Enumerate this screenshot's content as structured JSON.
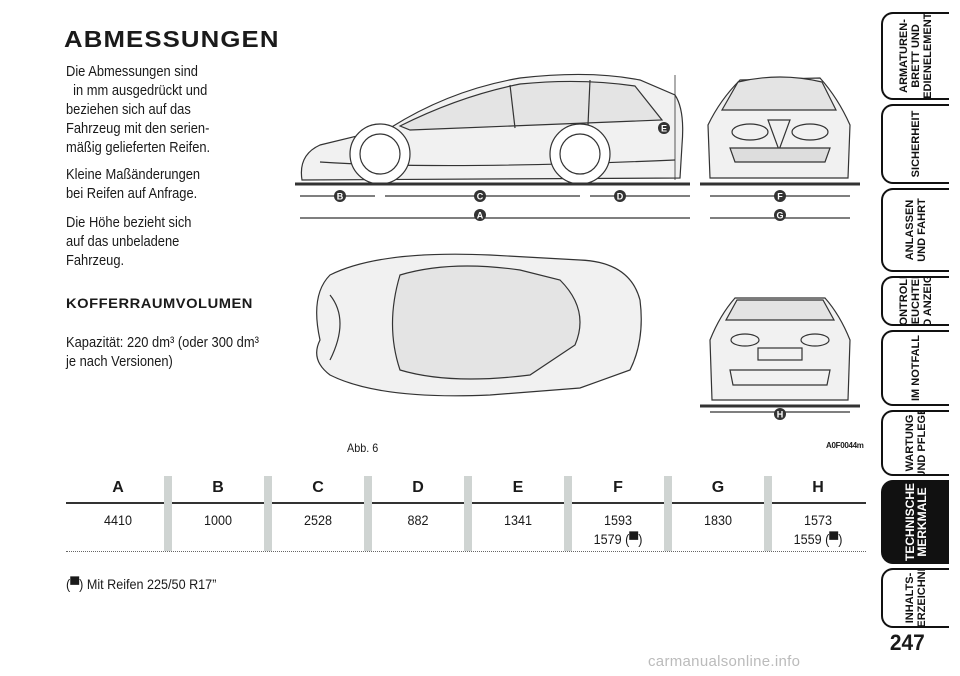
{
  "page": {
    "title": "ABMESSUNGEN",
    "intro_lines": [
      "Die Abmessungen sind",
      "  in mm ausgedrückt und",
      "beziehen sich auf das",
      "Fahrzeug mit den serien-",
      "mäßig gelieferten Reifen."
    ],
    "tyre_lines": [
      "Kleine Maßänderungen",
      "bei Reifen auf Anfrage."
    ],
    "height_lines": [
      "Die Höhe bezieht sich",
      "auf das unbeladene",
      "Fahrzeug."
    ],
    "boot_title": "KOFFERRAUMVOLUMEN",
    "boot_lines": [
      "Kapazität: 220 dm³ (oder 300 dm³",
      "je nach Versionen)"
    ],
    "figure_caption": "Abb. 6",
    "figure_code": "A0F0044m",
    "footnote": "(▀) Mit Reifen 225/50 R17”",
    "page_number": "247",
    "watermark": "carmanualsonline.info"
  },
  "figure": {
    "markers": [
      "B",
      "C",
      "D",
      "E",
      "A",
      "F",
      "G",
      "H"
    ]
  },
  "table": {
    "headers": [
      "A",
      "B",
      "C",
      "D",
      "E",
      "F",
      "G",
      "H"
    ],
    "values": [
      [
        "4410"
      ],
      [
        "1000"
      ],
      [
        "2528"
      ],
      [
        "882"
      ],
      [
        "1341"
      ],
      [
        "1593",
        "1579 (▀)"
      ],
      [
        "1830"
      ],
      [
        "1573",
        "1559 (▀)"
      ]
    ]
  },
  "sidebar": {
    "tabs": [
      {
        "label": "ARMATUREN-\nBRETT UND\nBEDIENELEMENTE",
        "active": false
      },
      {
        "label": "SICHERHEIT",
        "active": false
      },
      {
        "label": "ANLASSEN\nUND FAHRT",
        "active": false
      },
      {
        "label": "KONTROLL-\nLEUCHTEN\nUND ANZEIGEN",
        "active": false
      },
      {
        "label": "IM NOTFALL",
        "active": false
      },
      {
        "label": "WARTUNG\nUND PFLEGE",
        "active": false
      },
      {
        "label": "TECHNISCHE\nMERKMALE",
        "active": true
      },
      {
        "label": "INHALTS-\nVERZEICHNIS",
        "active": false
      }
    ]
  }
}
